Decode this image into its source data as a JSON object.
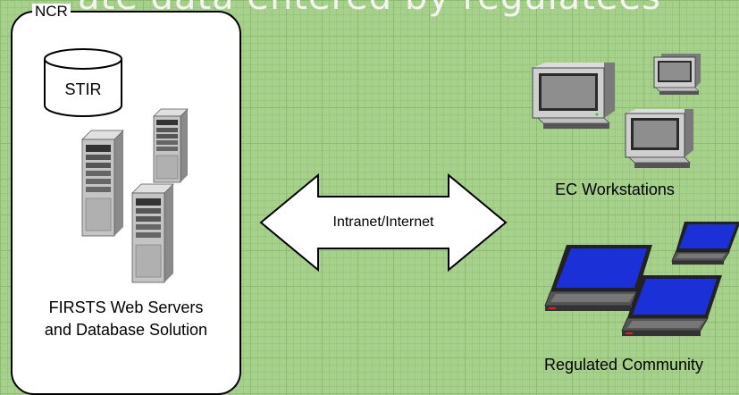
{
  "title": "ate data entered by regulatees",
  "ncr": {
    "label": "NCR",
    "database_label": "STIR",
    "caption_line1": "FIRSTS Web Servers",
    "caption_line2": "and Database Solution"
  },
  "connection": {
    "label": "Intranet/Internet"
  },
  "ec_workstations": {
    "label": "EC Workstations"
  },
  "regulated_community": {
    "label": "Regulated Community"
  },
  "colors": {
    "background": "#a7d08c",
    "grid": "#8bbd70",
    "laptop_screen": "#1c30d8",
    "server_body": "#c4c4c4"
  },
  "icons": [
    "database-icon",
    "server-icon",
    "desktop-computer-icon",
    "laptop-icon",
    "double-arrow-icon"
  ]
}
